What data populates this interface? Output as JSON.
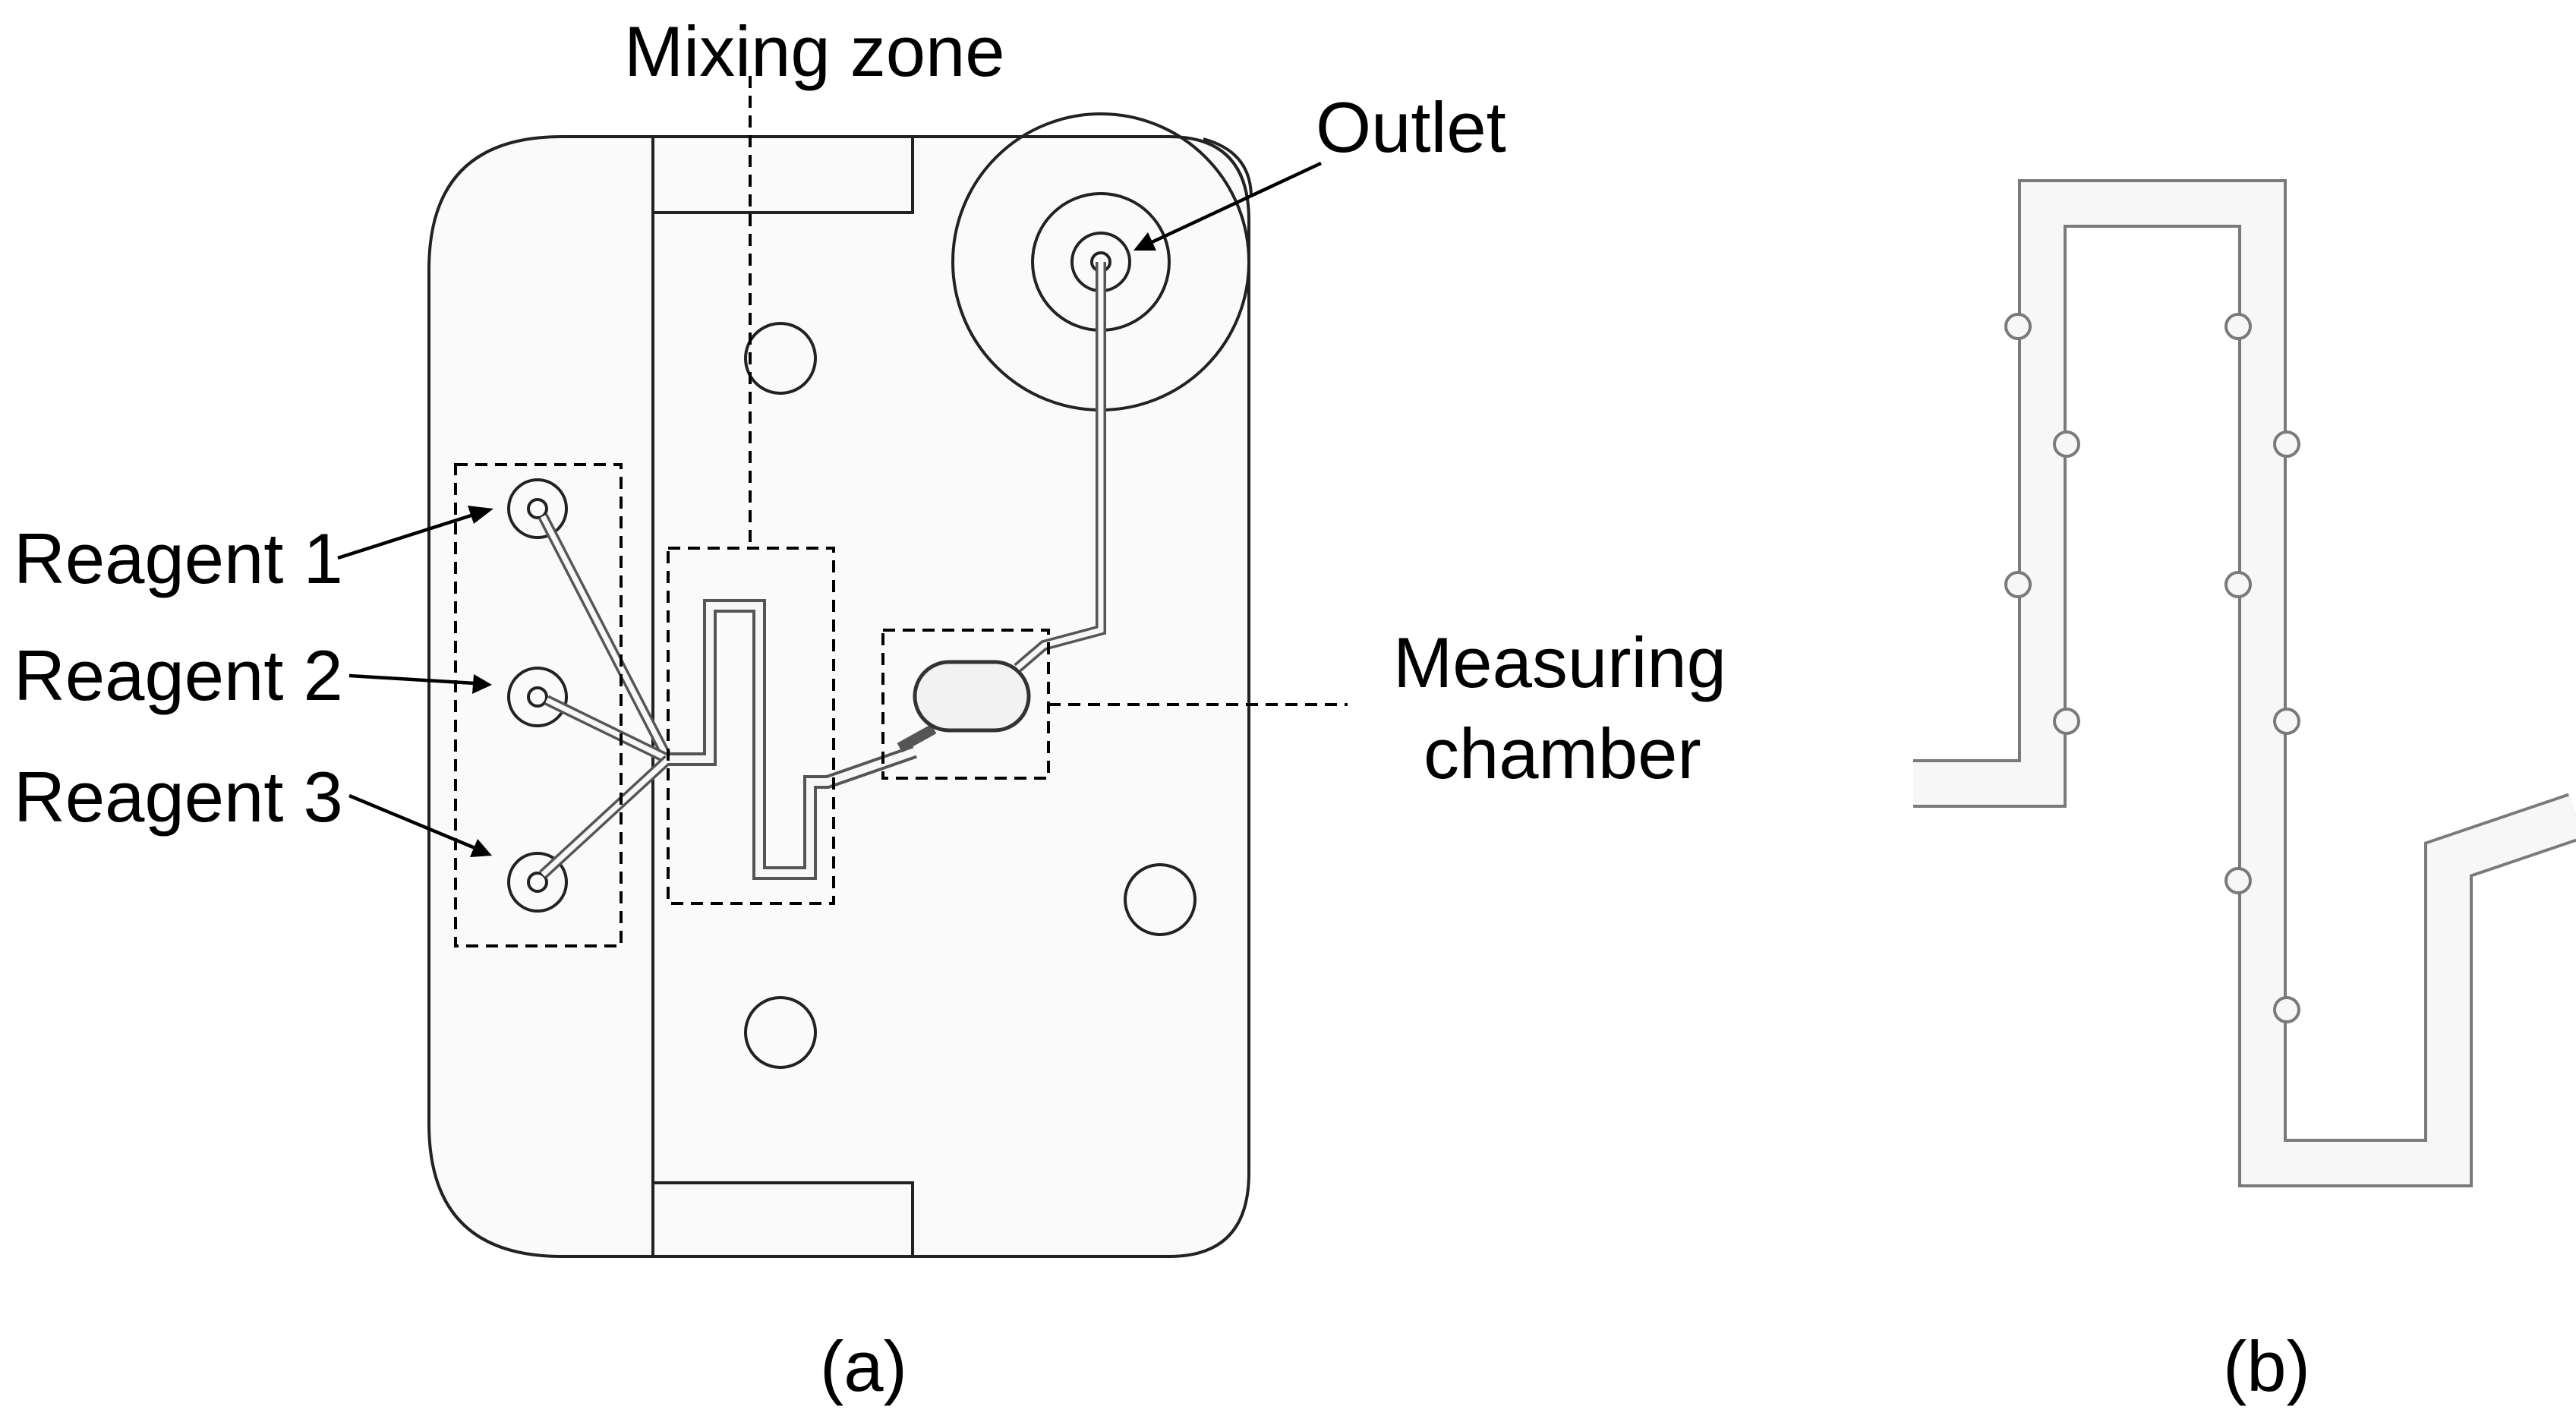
{
  "labels": {
    "mixing_zone": "Mixing zone",
    "outlet": "Outlet",
    "reagent_1": "Reagent 1",
    "reagent_2": "Reagent 2",
    "reagent_3": "Reagent 3",
    "measuring_line1": "Measuring",
    "measuring_line2": "chamber",
    "panel_a": "(a)",
    "panel_b": "(b)"
  },
  "colors": {
    "outline": "#222222",
    "channel_wall": "#555555",
    "zoom_wall": "#7a7a7a",
    "background": "#ffffff"
  }
}
